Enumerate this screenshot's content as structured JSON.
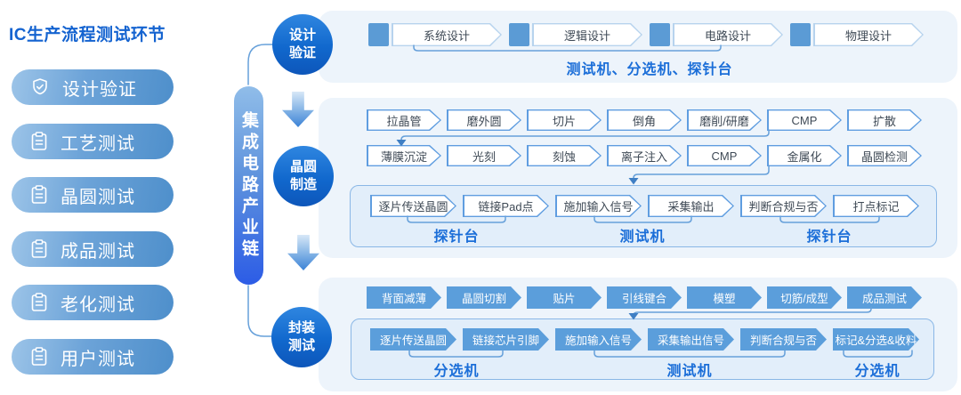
{
  "page_title": "IC生产流程测试环节",
  "sidebar": {
    "items": [
      {
        "label": "设计验证",
        "icon": "shield-check-icon"
      },
      {
        "label": "工艺测试",
        "icon": "clipboard-icon"
      },
      {
        "label": "晶圆测试",
        "icon": "clipboard-icon"
      },
      {
        "label": "成品测试",
        "icon": "clipboard-icon"
      },
      {
        "label": "老化测试",
        "icon": "clipboard-icon"
      },
      {
        "label": "用户测试",
        "icon": "clipboard-icon"
      }
    ]
  },
  "chain": {
    "label": "集成电路产业链"
  },
  "sections": [
    {
      "stage": "设计验证",
      "steps": [
        "系统设计",
        "逻辑设计",
        "电路设计",
        "物理设计"
      ],
      "equipment": "测试机、分选机、探针台"
    },
    {
      "stage": "晶圆制造",
      "row1": [
        "拉晶管",
        "磨外圆",
        "切片",
        "倒角",
        "磨削/研磨",
        "CMP",
        "扩散"
      ],
      "row2": [
        "薄膜沉淀",
        "光刻",
        "刻蚀",
        "离子注入",
        "CMP",
        "金属化",
        "晶圆检测"
      ],
      "test_steps": [
        "逐片传送晶圆",
        "链接Pad点",
        "施加输入信号",
        "采集输出",
        "判断合规与否",
        "打点标记"
      ],
      "groups": [
        "探针台",
        "测试机",
        "探针台"
      ]
    },
    {
      "stage": "封装测试",
      "row1": [
        "背面减薄",
        "晶圆切割",
        "贴片",
        "引线键合",
        "模塑",
        "切筋/成型",
        "成品测试"
      ],
      "test_steps": [
        "逐片传送晶圆",
        "链接芯片引脚",
        "施加输入信号",
        "采集输出信号",
        "判断合规与否",
        "标记&分选&收料"
      ],
      "groups": [
        "分选机",
        "测试机",
        "分选机"
      ]
    }
  ],
  "colors": {
    "title_blue": "#1463d0",
    "pill_gradient_start": "#9cc4e8",
    "pill_gradient_end": "#4e8fcb",
    "chain_top": "#90bde9",
    "chain_bottom": "#2c5ce6",
    "circle_blue": "#1168cd",
    "panel_bg": "#edf4fb",
    "subpanel_bg": "#e2eefa",
    "solid_arrow": "#5b9edb",
    "white_arrow_border": "#5f9de0",
    "equipment_text": "#1b6ed8"
  }
}
